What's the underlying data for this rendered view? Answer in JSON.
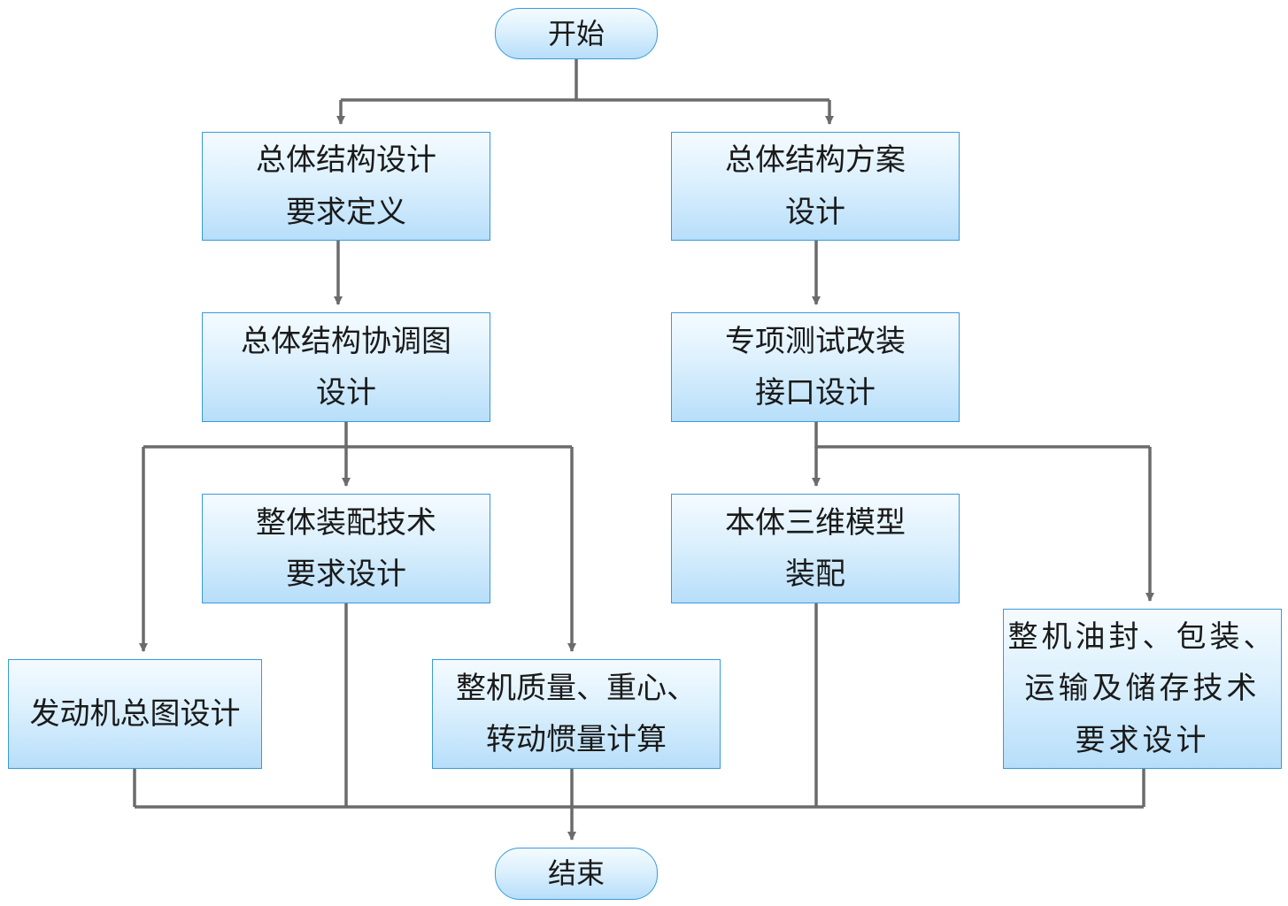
{
  "flowchart": {
    "start": "开始",
    "end": "结束",
    "nodes": {
      "overall_req": [
        "总体结构设计",
        "要求定义"
      ],
      "overall_scheme": [
        "总体结构方案",
        "设计"
      ],
      "coord_drawing": [
        "总体结构协调图",
        "设计"
      ],
      "test_interface": [
        "专项测试改装",
        "接口设计"
      ],
      "assembly_req": [
        "整体装配技术",
        "要求设计"
      ],
      "model_3d": [
        "本体三维模型",
        "装配"
      ],
      "engine_general": [
        "发动机总图设计"
      ],
      "mass_calc": [
        "整机质量、重心、",
        "转动惯量计算"
      ],
      "seal_pack": [
        "整机油封、包装、",
        "运输及储存技术",
        "要求设计"
      ]
    }
  },
  "colors": {
    "box_border": "#3a9ad9",
    "box_fill_top": "#f4fbff",
    "box_fill_bottom": "#b7defa",
    "connector": "#6b6b6b"
  }
}
